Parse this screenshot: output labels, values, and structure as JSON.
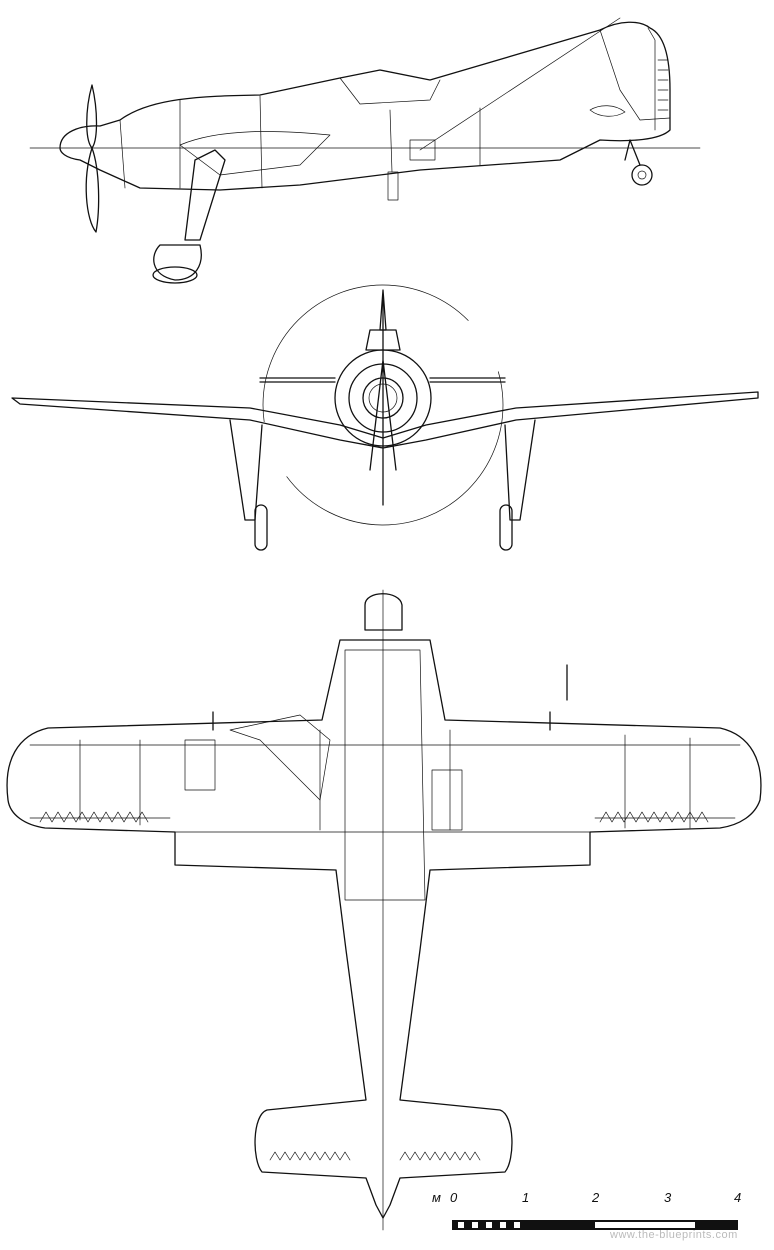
{
  "scale_bar": {
    "unit": "м",
    "ticks": [
      "0",
      "1",
      "2",
      "3",
      "4"
    ]
  },
  "watermark": "www.the-blueprints.com",
  "colors": {
    "line": "#111111",
    "background": "#ffffff"
  }
}
